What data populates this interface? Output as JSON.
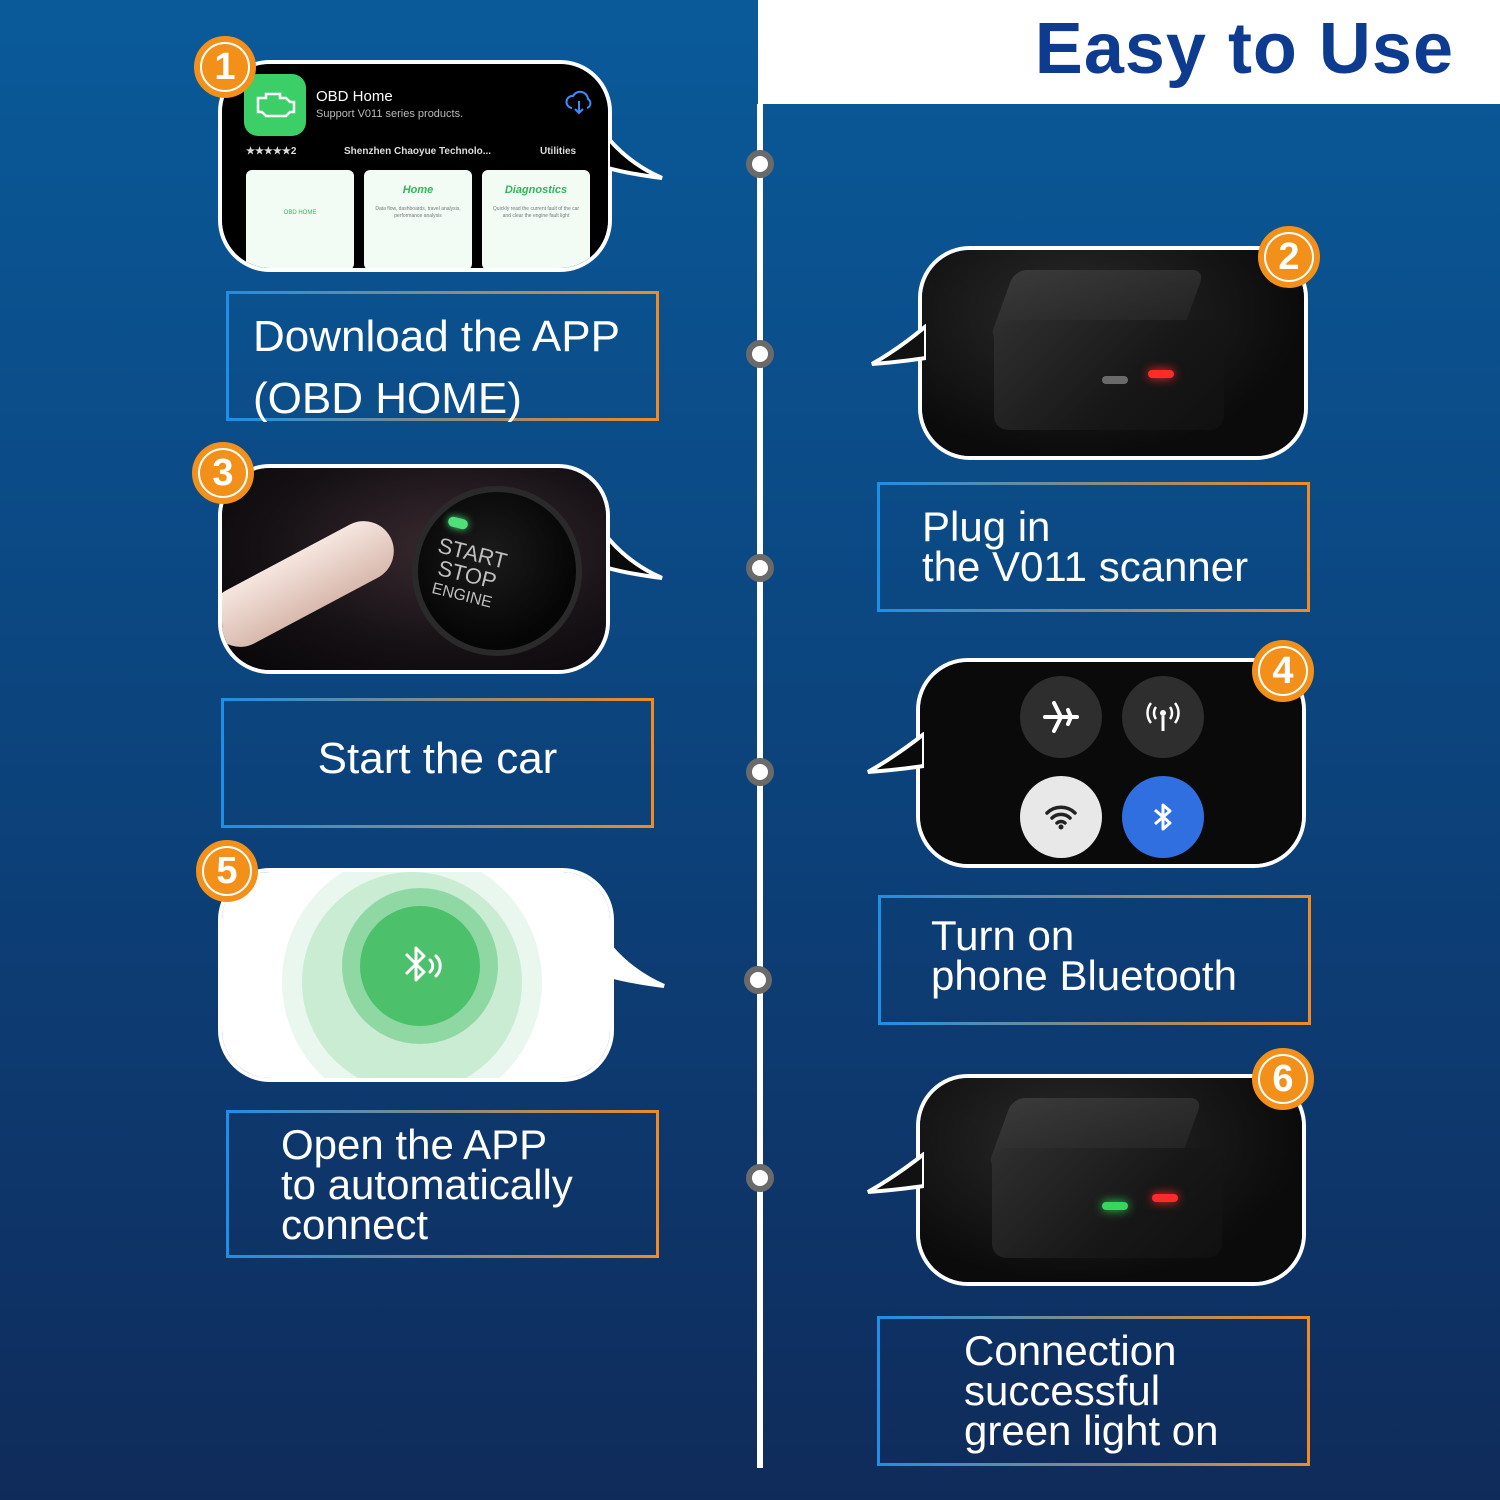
{
  "header": {
    "title": "Easy to Use"
  },
  "steps": [
    {
      "number": "1",
      "label_lines": [
        "Download the APP",
        "(OBD HOME)"
      ]
    },
    {
      "number": "2",
      "label_lines": [
        "Plug in",
        "the V011 scanner"
      ]
    },
    {
      "number": "3",
      "label_lines": [
        "Start the car"
      ]
    },
    {
      "number": "4",
      "label_lines": [
        "Turn on",
        "phone Bluetooth"
      ]
    },
    {
      "number": "5",
      "label_lines": [
        "Open the APP",
        "to automatically",
        "connect"
      ]
    },
    {
      "number": "6",
      "label_lines": [
        "Connection",
        "successful",
        "green light on"
      ]
    }
  ],
  "app_listing": {
    "name": "OBD Home",
    "subtitle": "Support V011 series products.",
    "rating": "★★★★★2",
    "developer": "Shenzhen Chaoyue Technolo...",
    "category": "Utilities",
    "screenshots": [
      {
        "title": "",
        "desc": "",
        "logo": "OBD HOME"
      },
      {
        "title": "Home",
        "desc": "Data flow, dashboards, travel analysis, performance analysis",
        "logo": ""
      },
      {
        "title": "Diagnostics",
        "desc": "Quickly read the current fault of the car and clear the engine fault light",
        "logo": ""
      }
    ]
  },
  "start_button": {
    "line1": "START",
    "line2": "STOP",
    "line3": "ENGINE"
  },
  "colors": {
    "accent_orange": "#f39019",
    "title_blue": "#0d3b8f",
    "app_green": "#3ccf67",
    "bluetooth_blue": "#2f6fe0",
    "led_green": "#35d85a",
    "led_red": "#ff2a2a"
  },
  "icons": [
    "airplane-icon",
    "cellular-antenna-icon",
    "wifi-icon",
    "bluetooth-icon",
    "bluetooth-signal-icon",
    "cloud-download-icon",
    "engine-icon"
  ]
}
